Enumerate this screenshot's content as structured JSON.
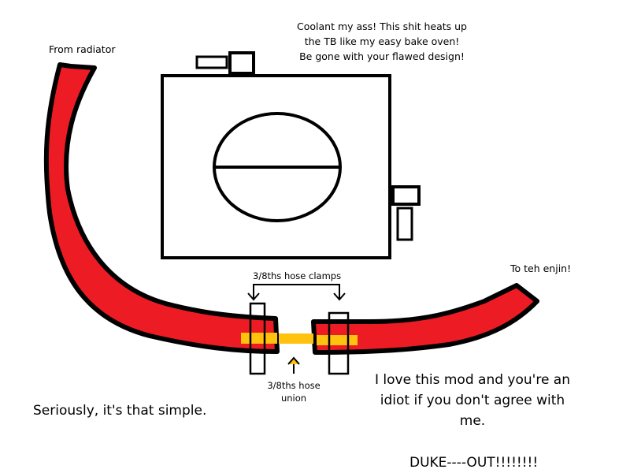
{
  "labels": {
    "rant": [
      "Coolant my ass!  This shit heats up",
      "the TB like my easy bake oven!",
      "Be gone with your flawed design!"
    ],
    "from_radiator": "From radiator",
    "to_engine": "To teh enjin!",
    "hose_clamps": "3/8ths hose clamps",
    "hose_union": [
      "3/8ths hose",
      "union"
    ],
    "simple": "Seriously, it's that simple.",
    "love_mod": [
      "I love this mod and you're an",
      "idiot if you don't agree with",
      "me."
    ],
    "signoff": "DUKE----OUT!!!!!!!!"
  },
  "colors": {
    "hose": "#ed1c24",
    "union": "#ffc20e",
    "outline": "#000000",
    "background": "#ffffff"
  }
}
